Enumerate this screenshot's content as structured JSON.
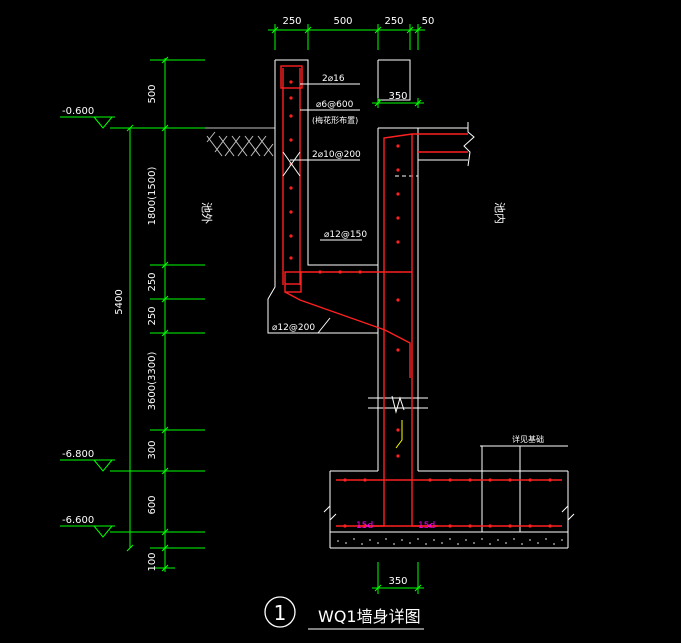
{
  "colors": {
    "background": "#000000",
    "outline": "#ffffff",
    "dimension": "#00ff00",
    "rebar": "#ff2020",
    "anchor_label": "#ff00ff",
    "hatch": "#c0c0c0"
  },
  "top_dims": [
    "250",
    "500",
    "250",
    "50"
  ],
  "left_dims": [
    "500",
    "1800(1500)",
    "250",
    "250",
    "3600(3300)",
    "300",
    "600",
    "100"
  ],
  "total_dim": "5400",
  "levels": [
    "-0.600",
    "-6.800",
    "-6.600"
  ],
  "rebar_labels": [
    "2⌀16",
    "⌀6@600",
    "(梅花形布置)",
    "2⌀10@200",
    "⌀12@150",
    "⌀12@200"
  ],
  "side_labels": {
    "outside": "池外",
    "inside": "池内"
  },
  "dim_350_top": "350",
  "dim_350_bottom": "350",
  "anchor_15d_left": "15d",
  "anchor_15d_right": "15d",
  "note_right": "详见基础",
  "title_number": "1",
  "title": "WQ1墙身详图"
}
